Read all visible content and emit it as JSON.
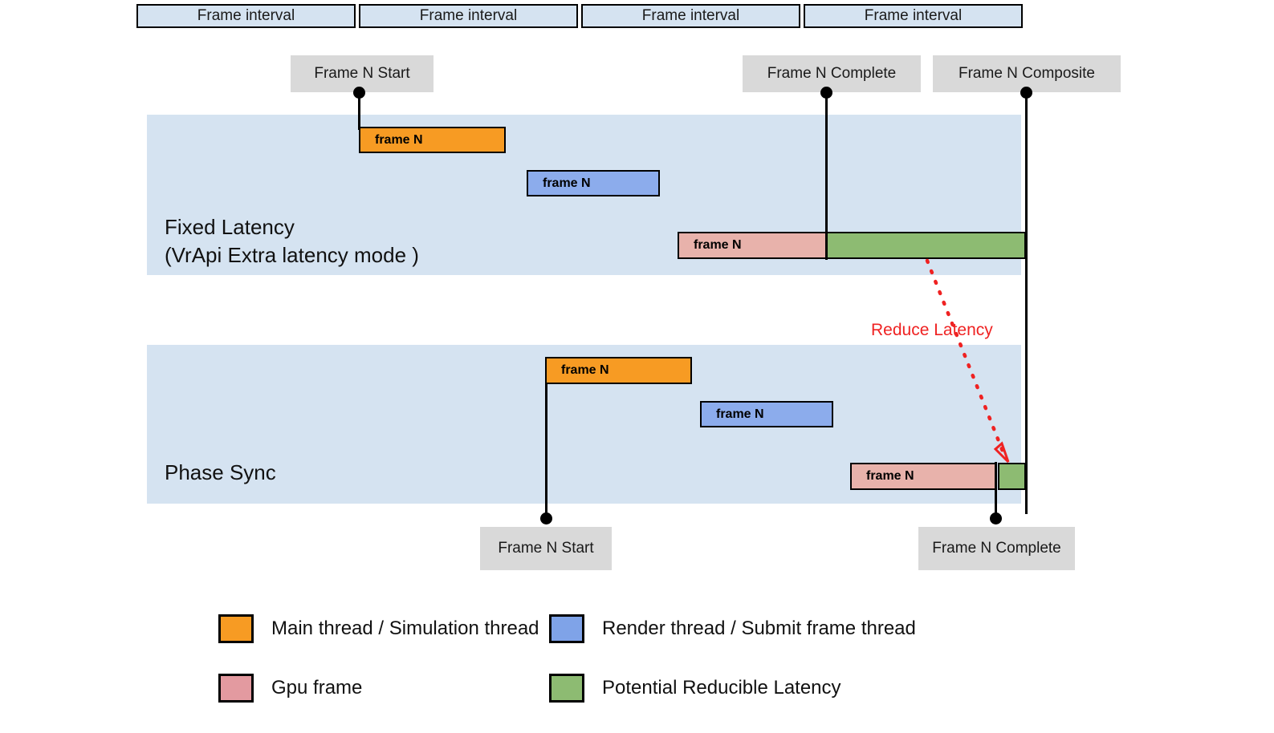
{
  "diagram": {
    "title": "VR frame pipeline latency comparison",
    "intervals": [
      {
        "label": "Frame interval"
      },
      {
        "label": "Frame interval"
      },
      {
        "label": "Frame interval"
      },
      {
        "label": "Frame interval"
      }
    ],
    "top_events": [
      {
        "label": "Frame N Start"
      },
      {
        "label": "Frame N Complete"
      },
      {
        "label": "Frame N Composite"
      }
    ],
    "bottom_events": [
      {
        "label": "Frame N Start"
      },
      {
        "label": "Frame N Complete"
      }
    ],
    "bands": [
      {
        "title": "Fixed Latency\n(VrApi Extra latency mode )",
        "bars": [
          {
            "label": "frame N",
            "kind": "orange"
          },
          {
            "label": "frame N",
            "kind": "blue"
          },
          {
            "label": "frame N",
            "kind": "pink"
          },
          {
            "label": "",
            "kind": "green"
          }
        ]
      },
      {
        "title": "Phase Sync",
        "bars": [
          {
            "label": "frame N",
            "kind": "orange"
          },
          {
            "label": "frame N",
            "kind": "blue"
          },
          {
            "label": "frame N",
            "kind": "pink"
          },
          {
            "label": "",
            "kind": "green"
          }
        ]
      }
    ],
    "annotation": {
      "label": "Reduce Latency",
      "color": "#ef2222"
    },
    "legend": [
      {
        "label": "Main thread / Simulation thread",
        "color": "#f79b23"
      },
      {
        "label": "Render thread / Submit frame thread",
        "color": "#7fa3e8"
      },
      {
        "label": "Gpu frame",
        "color": "#e39aa0"
      },
      {
        "label": "Potential Reducible  Latency",
        "color": "#8dbb72"
      }
    ]
  }
}
